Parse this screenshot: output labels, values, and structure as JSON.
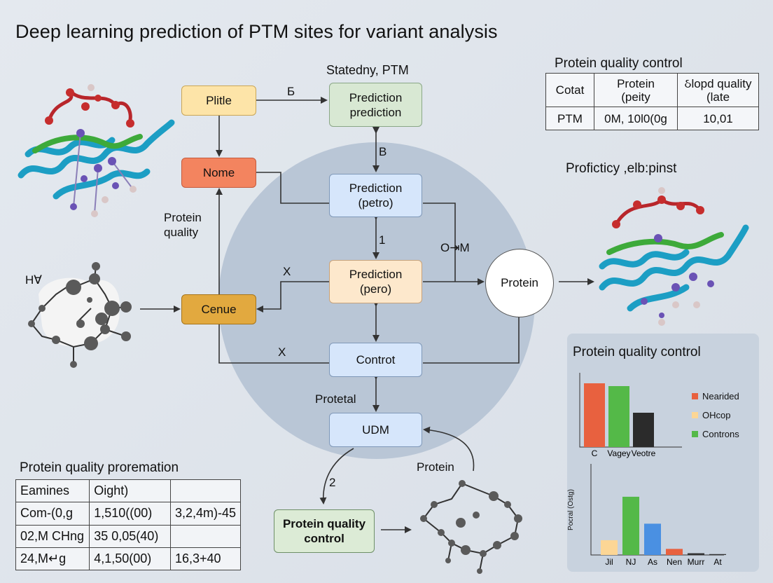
{
  "title": "Deep learning prediction of PTM sites for variant analysis",
  "flow": {
    "top_header": "Statedny, PTM",
    "plitle": "Plitle",
    "nome": "Nome",
    "cenue": "Cenue",
    "pred_top_line1": "Prediction",
    "pred_top_line2": "prediction",
    "pred_mid_line1": "Prediction",
    "pred_mid_line2": "(petro)",
    "pred_low_line1": "Prediction",
    "pred_low_line2": "(pero)",
    "control": "Controt",
    "udm": "UDM",
    "protein_circle": "Protein",
    "qc_line1": "Protein quality",
    "qc_line2": "control",
    "edge_b_top": "Б",
    "edge_b_mid": "B",
    "edge_1": "1",
    "edge_x_upper": "X",
    "edge_x_lower": "X",
    "edge_o4m": "O⇥M",
    "edge_2": "2",
    "label_protein_quality_1": "Protein",
    "label_protein_quality_2": "quality",
    "label_h": "HⱯ",
    "label_protetal": "Protetal",
    "label_protein_bottom": "Protein"
  },
  "top_table": {
    "title": "Protein quality control",
    "header": [
      "Cotat",
      "Protein\n(peity",
      "ઠlopd quality\n(late"
    ],
    "row": [
      "PTM",
      "0M, 10l0(0g",
      "10,01"
    ]
  },
  "right_structure_label": "Proficticy ,elb:pinst",
  "bottom_table": {
    "title": "Protein quality proremation",
    "rows": [
      [
        "Eamines",
        "Oight)",
        ""
      ],
      [
        "Com-(0,g",
        "1,510((00)",
        "3,2,4m)-45"
      ],
      [
        "02,M CHng",
        "35  0,05(40)",
        ""
      ],
      [
        "24,M↵g",
        "4,1,50(00)",
        "16,3+40"
      ]
    ]
  },
  "panel": {
    "title": "Protein quality control",
    "legend": [
      {
        "label": "Nearided",
        "color": "#e8613f"
      },
      {
        "label": "OHcop",
        "color": "#fcd695"
      },
      {
        "label": "Controns",
        "color": "#54b948"
      }
    ],
    "ylabel_rot": "Pocral (Ostg)"
  },
  "chart_data": [
    {
      "type": "bar",
      "categories": [
        "C",
        "Vagey",
        "Veotre"
      ],
      "values": [
        91,
        87,
        49
      ],
      "colors": [
        "#e8613f",
        "#54b948",
        "#2b2b2b"
      ],
      "ylim": [
        0,
        100
      ],
      "title": "",
      "xlabel": "",
      "ylabel": ""
    },
    {
      "type": "bar",
      "categories": [
        "Jil",
        "NJ",
        "As",
        "Nen",
        "Murr",
        "At"
      ],
      "values": [
        17,
        67,
        36,
        7,
        2,
        1
      ],
      "colors": [
        "#fcd695",
        "#54b948",
        "#4a90e2",
        "#e8613f",
        "#333333",
        "#333333"
      ],
      "ylim": [
        0,
        100
      ],
      "title": "",
      "xlabel": "",
      "ylabel": "Pocral (Ostg)"
    }
  ]
}
